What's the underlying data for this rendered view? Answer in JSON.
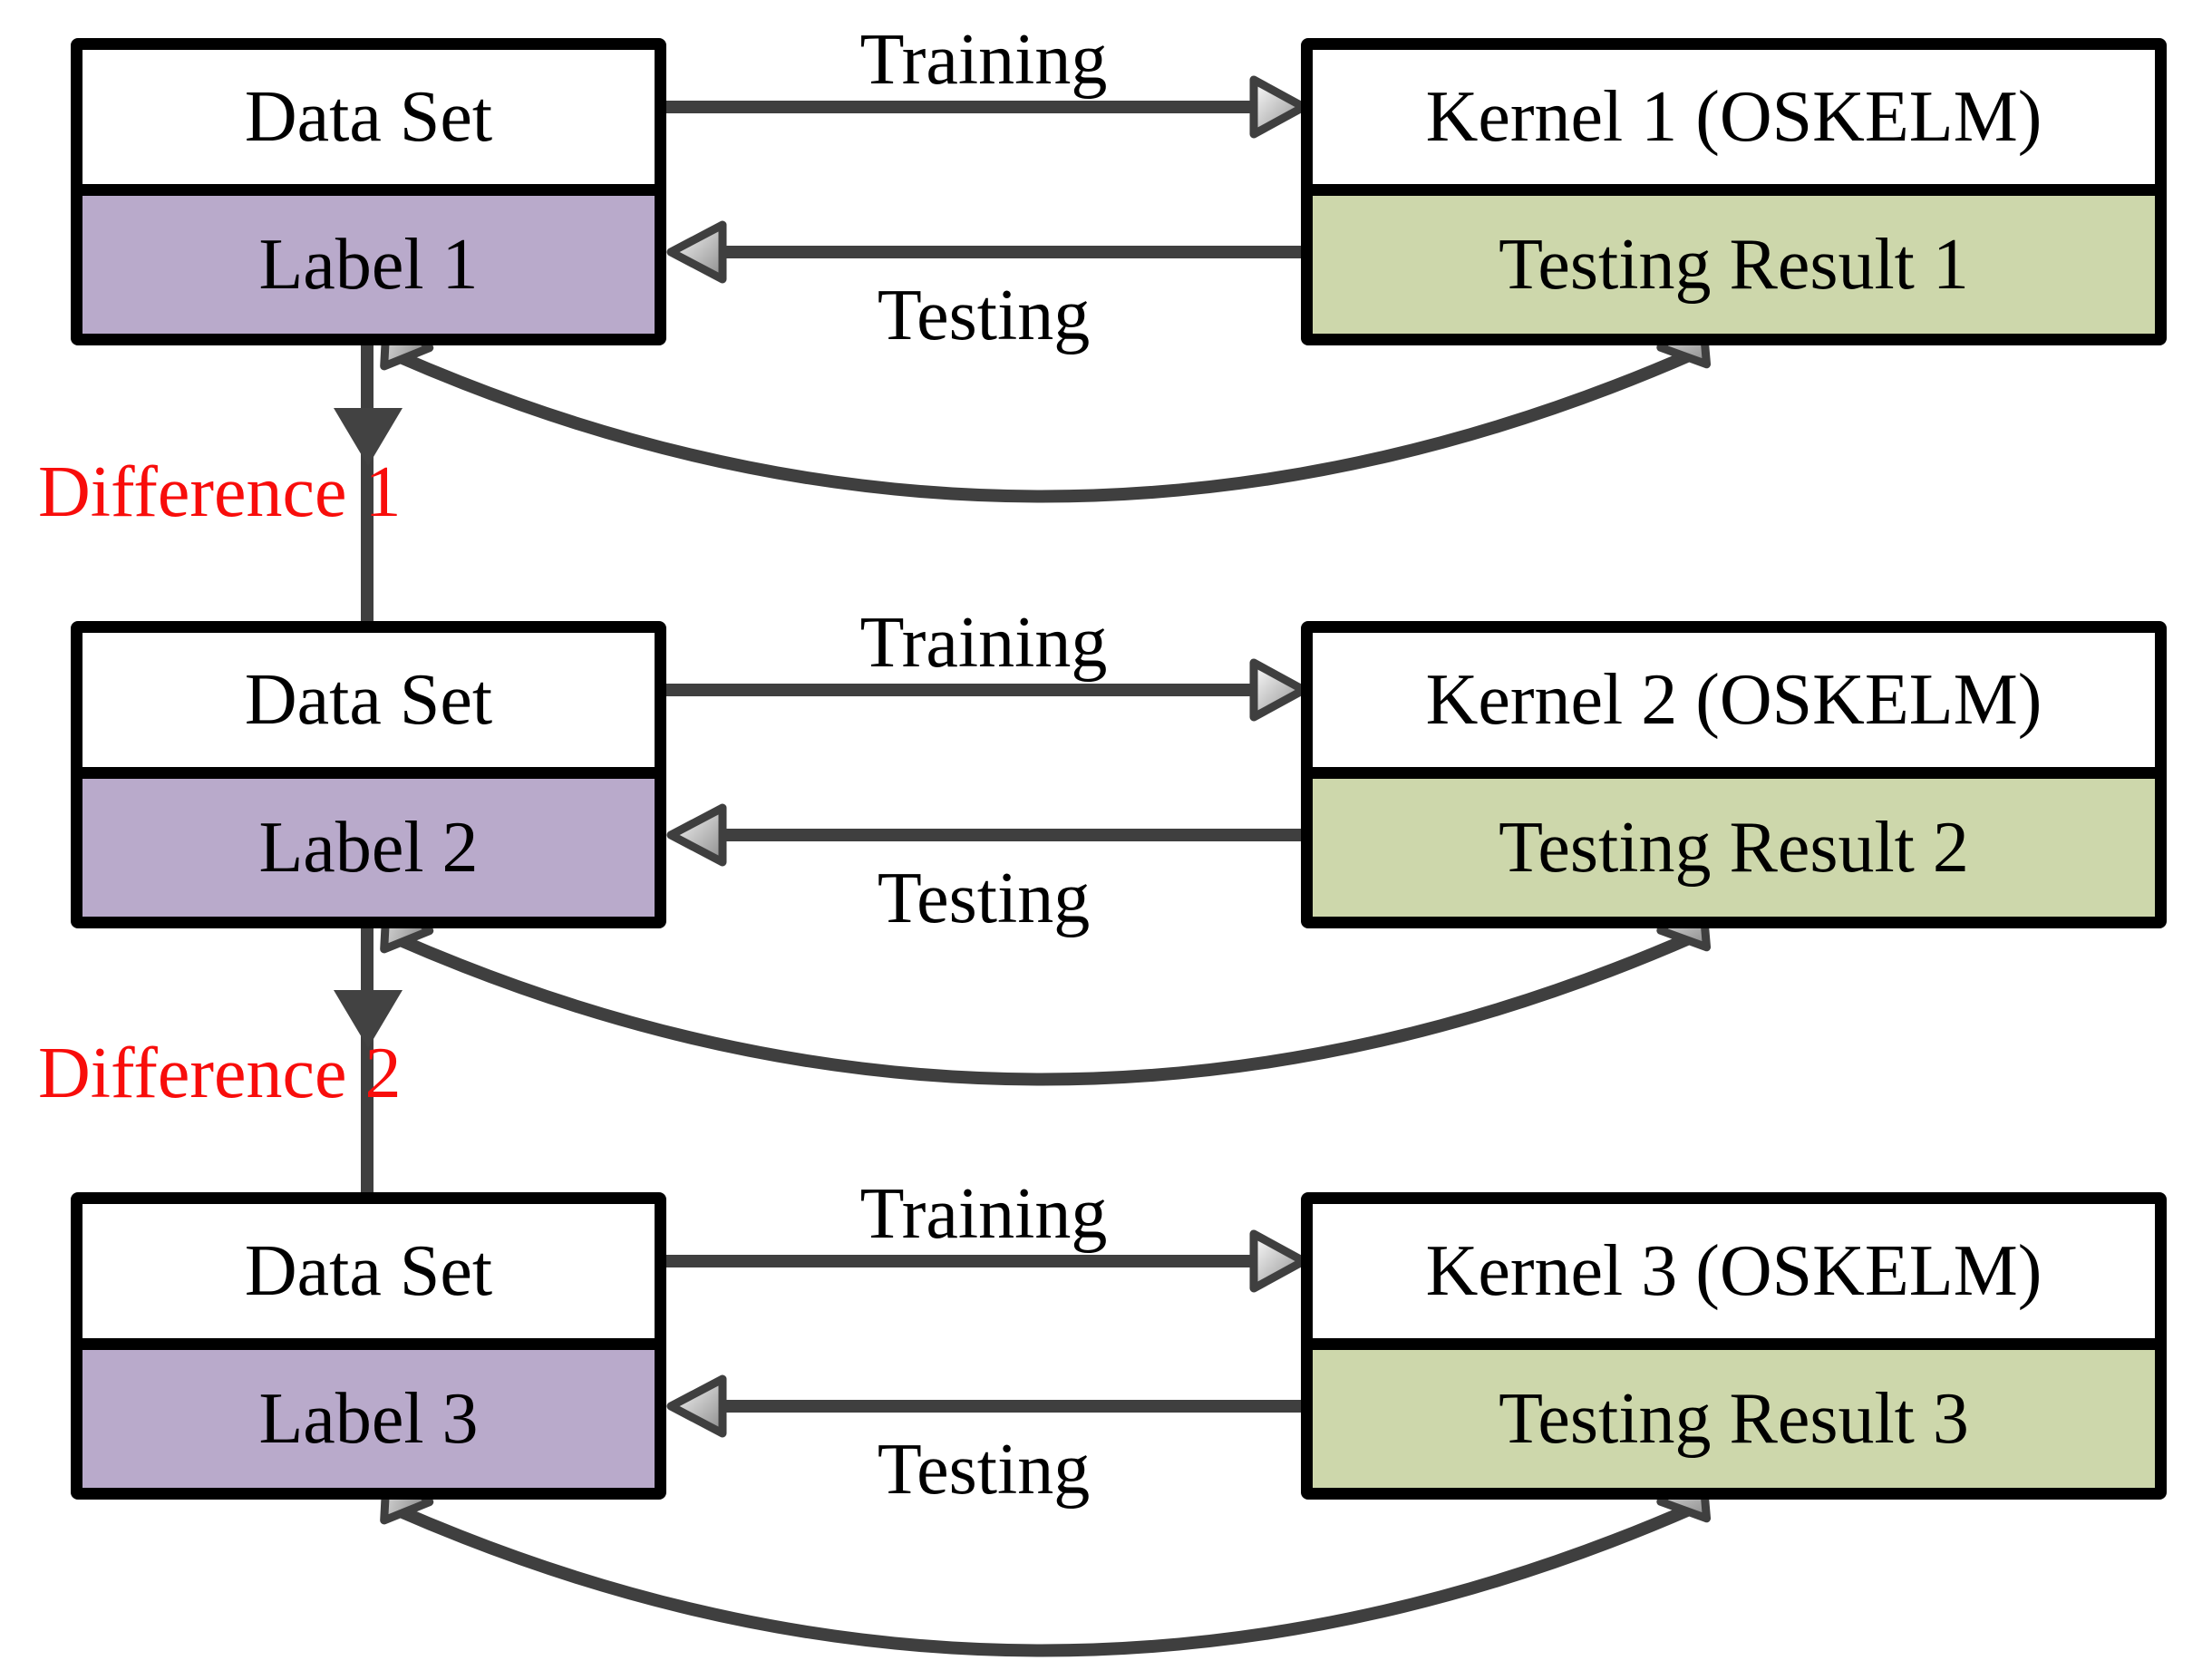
{
  "diagram_type": "flow-diagram",
  "colors": {
    "label_box_fill": "#b9aacb",
    "result_box_fill": "#cdd7ab",
    "arrow_gray": "#3f3f3f",
    "difference_text_red": "#f80d0b",
    "box_border": "#000000",
    "background": "#ffffff"
  },
  "rows": [
    {
      "dataset": "Data Set",
      "label": "Label 1",
      "kernel": "Kernel 1 (OSKELM)",
      "result": "Testing Result 1",
      "training": "Training",
      "testing": "Testing"
    },
    {
      "dataset": "Data Set",
      "label": "Label 2",
      "kernel": "Kernel 2 (OSKELM)",
      "result": "Testing Result 2",
      "training": "Training",
      "testing": "Testing"
    },
    {
      "dataset": "Data Set",
      "label": "Label 3",
      "kernel": "Kernel 3 (OSKELM)",
      "result": "Testing Result 3",
      "training": "Training",
      "testing": "Testing"
    }
  ],
  "differences": [
    {
      "label": "Difference 1"
    },
    {
      "label": "Difference 2"
    }
  ]
}
